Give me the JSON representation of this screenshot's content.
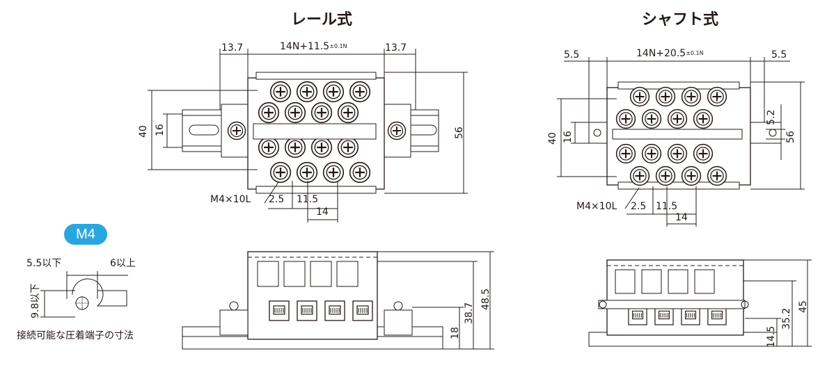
{
  "titles": {
    "rail": "レール式",
    "shaft": "シャフト式"
  },
  "rail_top": {
    "dim_left": "13.7",
    "dim_center_main": "14N+11.5",
    "dim_center_sup": "±0.1N",
    "dim_right": "13.7",
    "dim_height_40": "40",
    "dim_height_16": "16",
    "dim_height_56": "56",
    "screw_label": "M4×10L",
    "dim_2_5": "2.5",
    "dim_11_5": "11.5",
    "dim_14": "14"
  },
  "shaft_top": {
    "dim_left": "5.5",
    "dim_center_main": "14N+20.5",
    "dim_center_sup": "±0.1N",
    "dim_right": "5.5",
    "dim_height_40": "40",
    "dim_height_16": "16",
    "dim_height_5_2": "5.2",
    "dim_height_56": "56",
    "screw_label": "M4×10L",
    "dim_2_5": "2.5",
    "dim_11_5": "11.5",
    "dim_14": "14"
  },
  "terminal": {
    "badge": "M4",
    "dim_5_5": "5.5以下",
    "dim_6": "6以上",
    "dim_9_8": "9.8以下",
    "caption": "接続可能な圧着端子の寸法"
  },
  "rail_side": {
    "dim_18": "18",
    "dim_38_7": "38.7",
    "dim_48_5": "48.5"
  },
  "shaft_side": {
    "dim_14_5": "14.5",
    "dim_35_2": "35.2",
    "dim_45": "45"
  }
}
